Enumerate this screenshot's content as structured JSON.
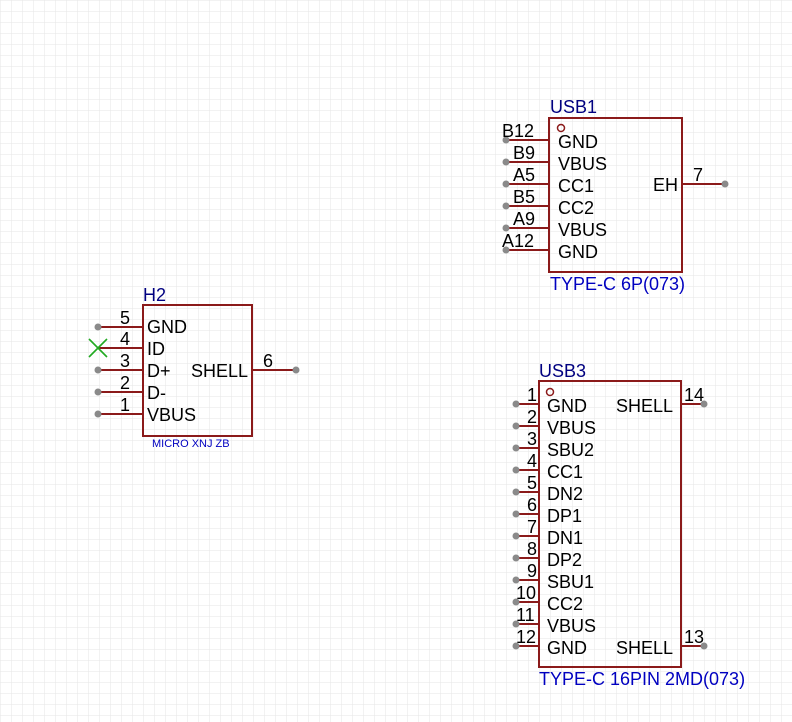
{
  "colors": {
    "grid": "#e6e6e6",
    "body": "#8b1a1a",
    "pin": "#8b1a1a",
    "pin_end": "#8a8a8a",
    "ref": "#000080",
    "value": "#0000c0",
    "no_connect": "#22aa22"
  },
  "components": {
    "usb1": {
      "ref": "USB1",
      "value": "TYPE-C 6P(073)",
      "pins": [
        {
          "num": "B12",
          "name": "GND"
        },
        {
          "num": "B9",
          "name": "VBUS"
        },
        {
          "num": "A5",
          "name": "CC1"
        },
        {
          "num": "B5",
          "name": "CC2"
        },
        {
          "num": "A9",
          "name": "VBUS"
        },
        {
          "num": "A12",
          "name": "GND"
        },
        {
          "num": "7",
          "name": "EH"
        }
      ]
    },
    "h2": {
      "ref": "H2",
      "value": "MICRO XNJ ZB",
      "pins": [
        {
          "num": "5",
          "name": "GND"
        },
        {
          "num": "4",
          "name": "ID"
        },
        {
          "num": "3",
          "name": "D+"
        },
        {
          "num": "2",
          "name": "D-"
        },
        {
          "num": "1",
          "name": "VBUS"
        },
        {
          "num": "6",
          "name": "SHELL"
        }
      ]
    },
    "usb3": {
      "ref": "USB3",
      "value": "TYPE-C 16PIN 2MD(073)",
      "pins": [
        {
          "num": "1",
          "name": "GND"
        },
        {
          "num": "2",
          "name": "VBUS"
        },
        {
          "num": "3",
          "name": "SBU2"
        },
        {
          "num": "4",
          "name": "CC1"
        },
        {
          "num": "5",
          "name": "DN2"
        },
        {
          "num": "6",
          "name": "DP1"
        },
        {
          "num": "7",
          "name": "DN1"
        },
        {
          "num": "8",
          "name": "DP2"
        },
        {
          "num": "9",
          "name": "SBU1"
        },
        {
          "num": "10",
          "name": "CC2"
        },
        {
          "num": "11",
          "name": "VBUS"
        },
        {
          "num": "12",
          "name": "GND"
        },
        {
          "num": "14",
          "name": "SHELL"
        },
        {
          "num": "13",
          "name": "SHELL"
        }
      ]
    }
  }
}
